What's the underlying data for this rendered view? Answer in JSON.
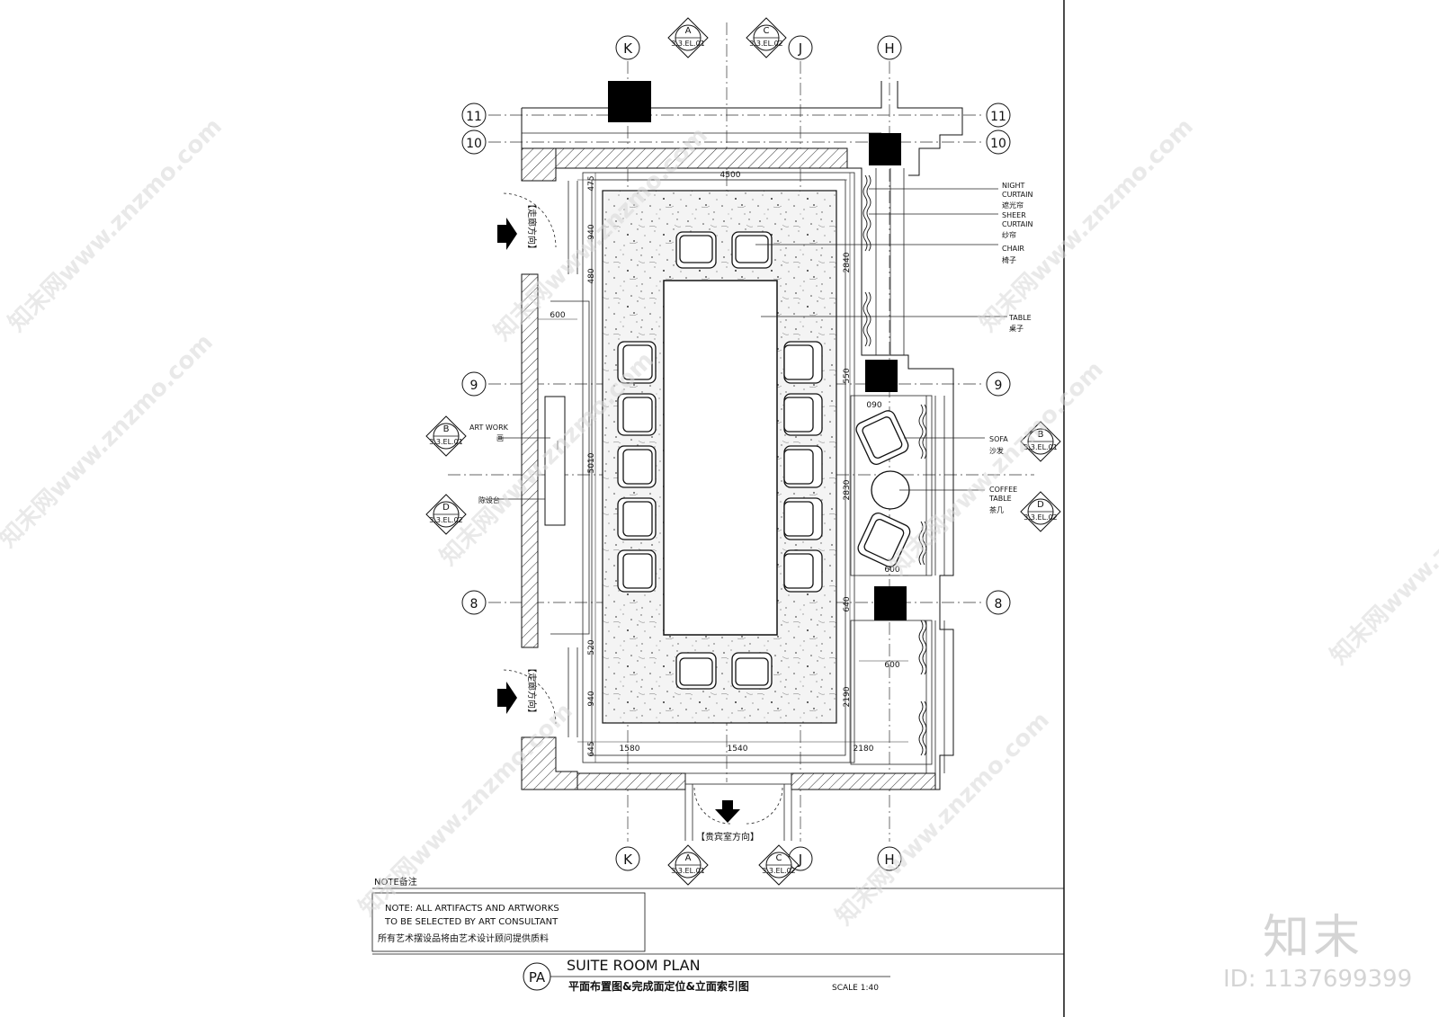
{
  "grid": {
    "cols": [
      "K",
      "J",
      "H"
    ],
    "rows": [
      "11",
      "10",
      "9",
      "8"
    ]
  },
  "elev_markers": {
    "top": [
      {
        "letter": "A",
        "ref": "3.3.EL.01"
      },
      {
        "letter": "C",
        "ref": "3.3.EL.02"
      }
    ],
    "left": [
      {
        "letter": "B",
        "ref": "3.3.EL.01"
      },
      {
        "letter": "D",
        "ref": "3.3.EL.02"
      }
    ],
    "right": [
      {
        "letter": "B",
        "ref": "3.3.EL.01"
      },
      {
        "letter": "D",
        "ref": "3.3.EL.02"
      }
    ],
    "bottom": [
      {
        "letter": "A",
        "ref": "3.3.EL.01"
      },
      {
        "letter": "C",
        "ref": "3.3.EL.02"
      }
    ]
  },
  "dims": {
    "top": "4500",
    "bottom": [
      "1580",
      "1540",
      "2180"
    ],
    "left": [
      "475",
      "940",
      "480",
      "5010",
      "520",
      "940",
      "645"
    ],
    "left_600": "600",
    "right": [
      "2840",
      "550",
      "2830",
      "640",
      "2190"
    ],
    "right_600a": "600",
    "right_600b": "600",
    "right_090": "090"
  },
  "labels": {
    "night_curtain": [
      "NIGHT",
      "CURTAIN",
      "遮光帘"
    ],
    "sheer_curtain": [
      "SHEER",
      "CURTAIN",
      "纱帘"
    ],
    "chair": [
      "CHAIR",
      "椅子"
    ],
    "table": [
      "TABLE",
      "桌子"
    ],
    "sofa": [
      "SOFA",
      "沙发"
    ],
    "coffee_table": [
      "COFFEE",
      "TABLE",
      "茶几"
    ],
    "artwork": [
      "ART WORK",
      "画"
    ],
    "display": "陈设台",
    "corridor": "【走廊方向】",
    "vip_room": "【贵宾室方向】"
  },
  "note": {
    "title": "NOTE备注",
    "lines": [
      "NOTE: ALL ARTIFACTS AND ARTWORKS",
      "TO BE SELECTED BY ART CONSULTANT",
      "所有艺术摆设品将由艺术设计顾问提供质料"
    ]
  },
  "title_block": {
    "code": "PA",
    "title": "SUITE ROOM PLAN",
    "subtitle": "平面布置图&完成面定位&立面索引图",
    "scale": "SCALE 1:40"
  },
  "watermark": {
    "text": "知末网www.znzmo.com",
    "logo": "知末",
    "id": "ID: 1137699399"
  }
}
